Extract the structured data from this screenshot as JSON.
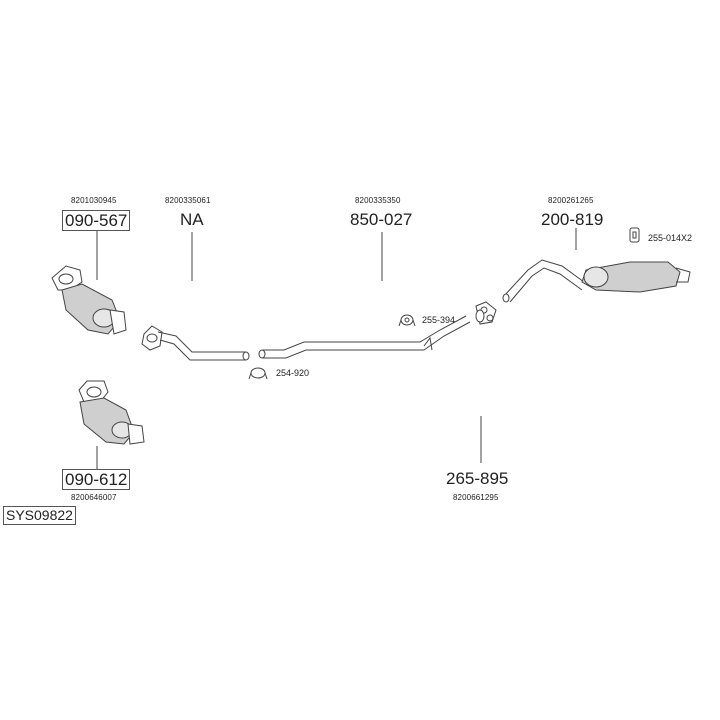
{
  "parts": [
    {
      "code": "090-567",
      "oe": "8201030945",
      "boxed": true
    },
    {
      "code": "NA",
      "oe": "8200335061",
      "boxed": false
    },
    {
      "code": "850-027",
      "oe": "8200335350",
      "boxed": false
    },
    {
      "code": "200-819",
      "oe": "8200261265",
      "boxed": false
    },
    {
      "code": "090-612",
      "oe": "8200646007",
      "boxed": true
    },
    {
      "code": "265-895",
      "oe": "8200661295",
      "boxed": false
    }
  ],
  "accessories": [
    {
      "code": "255-014X2"
    },
    {
      "code": "255-394"
    },
    {
      "code": "254-920"
    }
  ],
  "system_id": "SYS09822"
}
